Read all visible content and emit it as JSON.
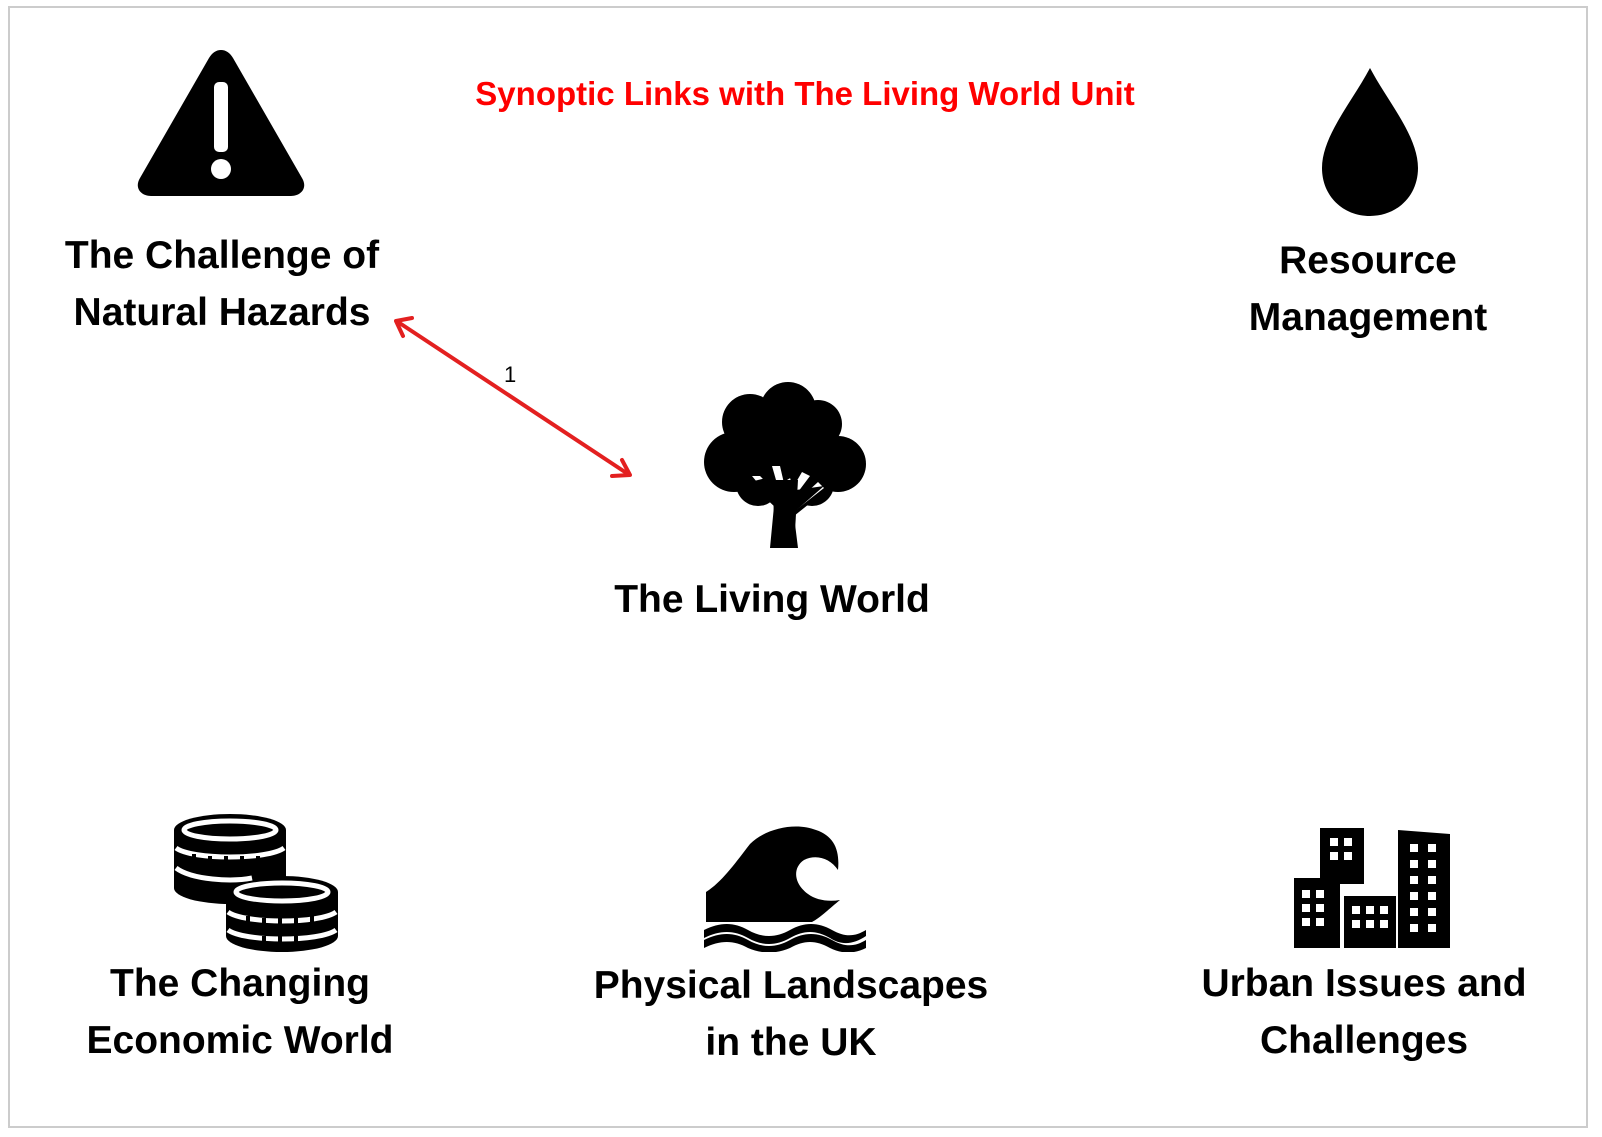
{
  "title": "Synoptic Links with The Living World Unit",
  "colors": {
    "title": "#ff0000",
    "link": "#e32020",
    "icons": "#000000"
  },
  "topics": {
    "hazards": {
      "line1": "The Challenge of",
      "line2": "Natural Hazards",
      "icon": "warning-triangle-icon"
    },
    "resources": {
      "line1": "Resource",
      "line2": "Management",
      "icon": "water-drop-icon"
    },
    "living": {
      "line1": "The Living World",
      "icon": "tree-icon"
    },
    "economic": {
      "line1": "The Changing",
      "line2": "Economic World",
      "icon": "coins-icon"
    },
    "physical": {
      "line1": "Physical Landscapes",
      "line2": "in the UK",
      "icon": "wave-icon"
    },
    "urban": {
      "line1": "Urban Issues and",
      "line2": "Challenges",
      "icon": "city-buildings-icon"
    }
  },
  "links": [
    {
      "from": "hazards",
      "to": "living",
      "label": "1"
    }
  ]
}
